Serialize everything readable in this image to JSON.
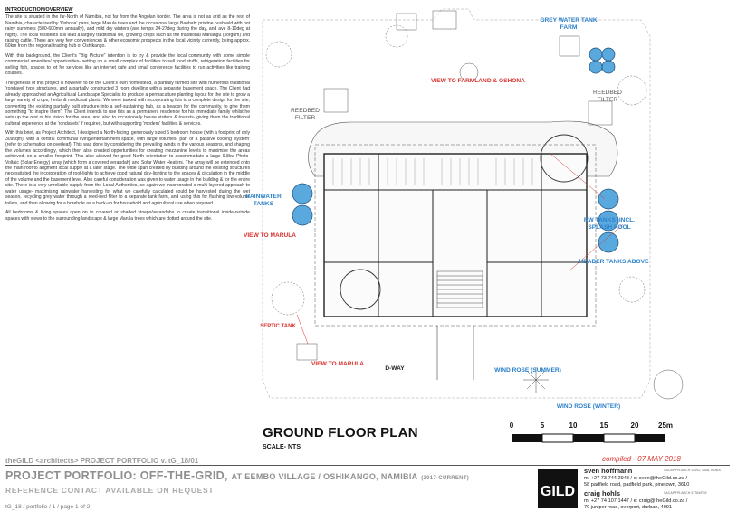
{
  "intro": {
    "heading": "INTRODUCTION/OVERVIEW",
    "paragraphs": [
      "The site is situated in the far-North of Namibia, not far from the Angolan border. The area is not as arid as the rest of Namibia, characterised by 'Oshona' pans, large Marula trees and the occasional large Baobab: pristine bushveld with hot rainy summers (500-600mm annually), and mild dry winters (ave temps 24-27deg during the day, and ave 8-10deg at night). The local residents still lead a largely traditional life, growing crops such as the traditional Mahangu (sorgum) and raising cattle. There are very few conveniences & other economic prospects in the local vicinity currently, being approx. 60km from the regional trading hub of Oshikango.",
      "With this background, the Client's \"Big Picture\" intention is to try & provide the local community with some simple commercial amenities/ opportunities- setting up a small complex of facilities to sell food stuffs, refrigeration facilities for selling fish, spaces to let for services like an internet cafe and small conference facilities to run activities like training courses.",
      "The genesis of this project is however to be the Client's own homestead, a partially farmed site with numerous traditional 'rondavel' type structures, and a partially constructed 3 room dwelling with a separate basement space. The Client had already approached an Agricultural Landscape Specialist to produce a permaculture planting layout for the site to grow a large variety of crops, herbs & medicinal plants. We were tasked with incorporating this to a complete design for the site, converting the existing partially built structure into a self-sustaining hub, as a beacon for the community, to give them something \"to inspire them\". The Client intends to use this as a permanent residence for his immediate family whilst he sets up the rest of his vision for the area, and also to occasionally house visitors & tourists- giving them the traditional cultural experience at the 'rondavels' if required, but with supporting 'modern' facilities & services.",
      "With this brief, as Project Architect, I designed a North-facing, generously sized 5 bedroom house (with a footprint of only 309sqm), with a central communal living/entertainment space, with large volumes- part of a passive cooling 'system' (refer to schematics on overleaf). This was done by considering the prevailing winds in the various seasons, and shaping the volumes accordingly, which then also created opportunities for creating mezzanine levels to maximise the areas achieved, on a smaller footprint. This also allowed for good North orientation to accommodate a large 9.8kw Photo-Voltaic (Solar Energy) array (which form a covered verandah) and Solar Water Heaters. The array will be extended onto the main roof to augment local supply at a later stage. The wide span created by building around the existing structures necessitated the incorporation of roof-lights to achieve good natural day-lighting to the spaces & circulation in the middle of the volume and the basement level. Also careful consideration was given to water usage in the building & for the entire site. There is a very unreliable supply from the Local Authorities, so again we incorporated a multi-layered approach to water usage- maximising rainwater harvesting for what we carefully calculated could be harvested during the wet season, recycling grey water through a reed-bed filter to a separate tank farm, and using this for flushing low-volume toilets, and then allowing for a borehole as a back-up for household and agricultural use when required.",
      "All bedrooms & living spaces open on to covered or shaded stoeps/verandahs to create transitional inside-outside spaces with views to the surrounding landscape & large Marula trees which are dotted around the site."
    ]
  },
  "plan": {
    "labels": {
      "grey_water": "GREY WATER TANK FARM",
      "reedbed_left": "REEDBED FILTER",
      "reedbed_right": "REEDBED FILTER",
      "farmland": "VIEW TO FARMLAND & OSHONA",
      "rainwater": "RAINWATER TANKS",
      "rw_tanks": "RW TANKS -INCL. SPLASH POOL",
      "view_marula_1": "VIEW TO MARULA",
      "header_tanks": "HEADER TANKS ABOVE",
      "septic": "SEPTIC TANK",
      "view_marula_2": "VIEW TO MARULA",
      "dway": "D-WAY",
      "wind_summer": "WIND ROSE (SUMMER)",
      "wind_winter": "WIND ROSE (WINTER)"
    },
    "title": "GROUND FLOOR PLAN",
    "scale_note": "SCALE- NTS",
    "scale_ticks": [
      "0",
      "5",
      "10",
      "15",
      "20",
      "25m"
    ]
  },
  "footer": {
    "project_ref": "theGILD <architects> PROJECT PORTFOLIO v. tG_18/01",
    "compiled": "compiled - 07 MAY 2018",
    "title_main": "PROJECT PORTFOLIO: OFF-THE-GRID,",
    "title_sub": "AT EEMBO VILLAGE / OSHIKANGO, NAMIBIA",
    "title_years": "(2017-CURRENT)",
    "title_ref": "REFERENCE CONTACT AVAILABLE ON REQUEST",
    "page_ref": "tG_18 / portfolio / 1 / page 1 of 2",
    "logo_text": "GILD",
    "contacts": [
      {
        "name": "sven hoffmann",
        "tag": "SACAP PR.ARCH 11491, SAIA, KZNIA",
        "phone": "m: +27 73 744 2948 / e: sven@theGild.co.za /",
        "address": "58 padfield road, padfield park, pinetown, 3610"
      },
      {
        "name": "craig hohls",
        "tag": "SACAP PR.ARCH 37784/P02",
        "phone": "m: +27 74 107 1447 / e: craig@theGild.co.za /",
        "address": "70 juniper road, overport, durban, 4091"
      }
    ]
  },
  "colors": {
    "label_blue": "#2a7fc9",
    "label_red": "#d8322e",
    "compiled_red": "#d8322e",
    "tank_blue": "#5aa9de"
  }
}
